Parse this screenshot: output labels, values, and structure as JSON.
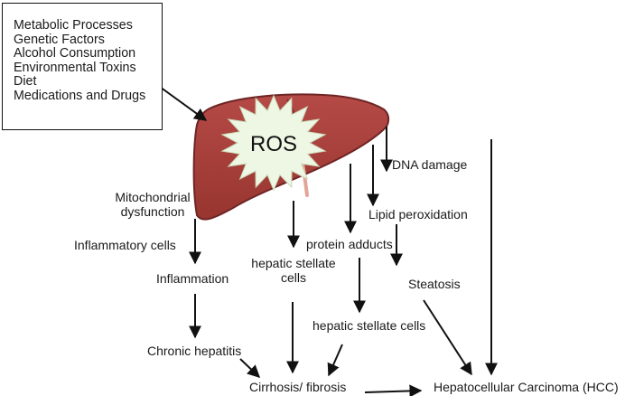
{
  "factor_box": {
    "items": [
      "Metabolic Processes",
      "Genetic Factors",
      "Alcohol Consumption",
      "Environmental Toxins",
      "Diet",
      "Medications and Drugs"
    ]
  },
  "center": {
    "ros": "ROS"
  },
  "labels": {
    "dna_damage": "DNA damage",
    "mito_line1": "Mitochondrial",
    "mito_line2": "dysfunction",
    "lipid_peroxidation": "Lipid peroxidation",
    "inflammatory_cells": "Inflammatory cells",
    "protein_adducts": "protein adducts",
    "hsc1_line1": "hepatic stellate",
    "hsc1_line2": "cells",
    "inflammation": "Inflammation",
    "steatosis": "Steatosis",
    "hsc2": "hepatic stellate cells",
    "chronic_hepatitis": "Chronic hepatitis",
    "cirrhosis": "Cirrhosis/ fibrosis",
    "hcc": "Hepatocellular Carcinoma (HCC)"
  },
  "colors": {
    "liver": "#a8403e",
    "liver_dark": "#7a2a2a",
    "ros_burst": "#eef7e4",
    "arrow": "#111111"
  }
}
